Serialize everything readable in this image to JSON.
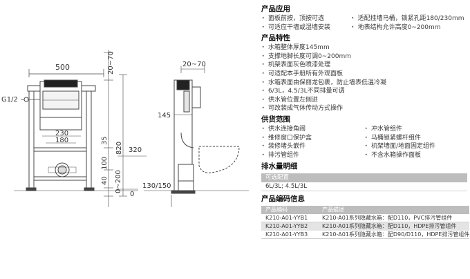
{
  "drawing": {
    "dim_width_500": "500",
    "dim_top_20_70": "20~70",
    "dim_side_20_70": "20~70",
    "dim_g12": "G1/2",
    "dim_230": "230",
    "dim_180": "180",
    "dim_145": "145",
    "dim_320": "320",
    "dim_820": "820",
    "dim_35": "35",
    "dim_100": "100",
    "dim_40": "40",
    "dim_0_200": "0~200",
    "dim_0": "0",
    "dim_130_150": "130/150"
  },
  "spec": {
    "app_title": "产品应用",
    "app_left": [
      "面板前按，顶按可选",
      "可适应干墙或湿墙安装"
    ],
    "app_right": [
      "适配挂墙马桶，锁紧孔距180/230mm",
      "地表结构允许高度0~200mm"
    ],
    "feat_title": "产品特性",
    "features": [
      "水箱整体厚度145mm",
      "支撑地脚长度可调0~200mm",
      "机架表面灰色喷漆处理",
      "可适配本手册所有外观面板",
      "水箱表面由保丽龙包裹，防止墙表低温冷凝",
      "6/3L，4.5/3L不同排量可调",
      "供水管位置左侧进",
      "可改装成气体传动方式操作"
    ],
    "supply_title": "供货范围",
    "supply_left": [
      "供水连接角阀",
      "维修窗口保护盒",
      "装修堵头嵌件",
      "排污管组件"
    ],
    "supply_right": [
      "冲水管组件",
      "马桶锁紧螺杆组件",
      "机架墙面/地面固定组件",
      "不含水箱操作面板"
    ],
    "flush_title": "排水量明细",
    "flush_header": "可选配置",
    "flush_value": "6L/3L; 4.5L/3L",
    "code_title": "产品编码信息",
    "code_head_code": "产品编码",
    "code_head_desc": "产品描述",
    "codes": [
      {
        "code": "K210-A01-YYB1",
        "desc": "K210-A01系列隐藏水箱：配D110，PVC排污管组件"
      },
      {
        "code": "K210-A01-YYB2",
        "desc": "K210-A01系列隐藏水箱：配D110，HDPE排污管组件"
      },
      {
        "code": "K210-A01-YYB3",
        "desc": "K210-A01系列隐藏水箱：配D90/D110，HDPE排污管组件"
      }
    ]
  }
}
